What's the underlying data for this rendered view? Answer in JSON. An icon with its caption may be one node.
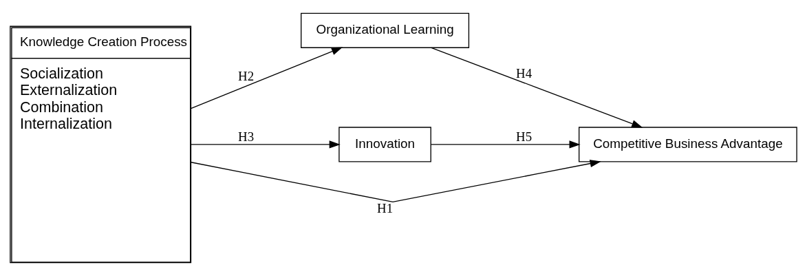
{
  "diagram": {
    "nodes": [
      {
        "text": [
          "Knowledge Creation Process",
          "Socialization",
          "Externalization",
          "Combination",
          "Internalization"
        ]
      },
      {
        "text": [
          "Organizational Learning"
        ]
      },
      {
        "text": [
          "Innovation"
        ]
      },
      {
        "text": [
          "Competitive Business Advantage"
        ]
      }
    ],
    "edges": [
      {
        "from": 0,
        "to": 1,
        "arrow": "to",
        "label": "H2"
      },
      {
        "from": 0,
        "to": 3,
        "arrow": "to",
        "label": "H1"
      },
      {
        "from": 0,
        "to": 2,
        "arrow": "to",
        "label": "H3"
      },
      {
        "from": 1,
        "to": 3,
        "arrow": "to",
        "label": "H4"
      },
      {
        "from": 2,
        "to": 3,
        "arrow": "to",
        "label": "H5"
      }
    ]
  }
}
